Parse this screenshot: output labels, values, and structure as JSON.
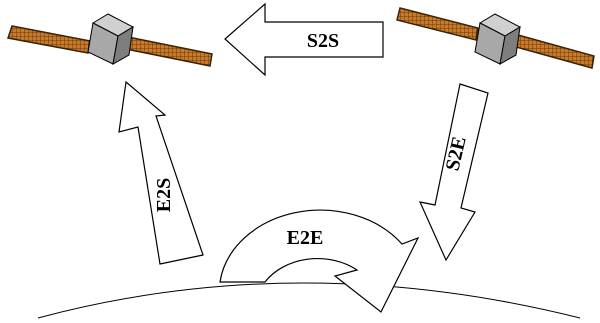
{
  "labels": {
    "s2s": "S2S",
    "s2e": "S2E",
    "e2s": "E2S",
    "e2e": "E2E"
  },
  "colors": {
    "solar_panel": "#c87a28",
    "panel_grid": "#4a2a0a",
    "satellite_body": "#a8a8a8"
  }
}
